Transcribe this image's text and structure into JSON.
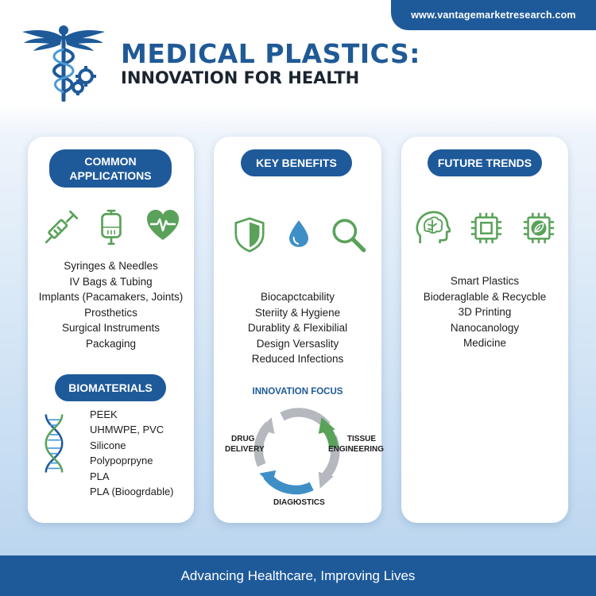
{
  "header": {
    "url": "www.vantagemarketresearch.com",
    "title_line1": "MEDICAL PLASTICS:",
    "title_line2": "INNOVATION FOR HEALTH"
  },
  "colors": {
    "brand_blue": "#1e5a9a",
    "accent_green": "#5aa25a",
    "light_blue": "#4a9ad4",
    "gray": "#b5b9bf"
  },
  "applications": {
    "title": "COMMON APPLICATIONS",
    "icons": [
      "syringe-icon",
      "iv-bag-icon",
      "heartbeat-icon"
    ],
    "items": [
      "Syringes & Needles",
      "IV Bags & Tubing",
      "Implants (Pacamakers, Joints)",
      "Prosthetics",
      "Surgical Instruments",
      "Packaging"
    ]
  },
  "biomaterials": {
    "title": "BIOMATERIALS",
    "items": [
      "PEEK",
      "UHMWPE, PVC",
      "Silicone",
      "Polypoprpyne",
      "PLA",
      "PLA (Bioogrdable)"
    ]
  },
  "benefits": {
    "title": "KEY BENEFITS",
    "icons": [
      "shield-icon",
      "droplet-icon",
      "magnifier-icon"
    ],
    "items": [
      "Biocapctcability",
      "Steriity & Hygiene",
      "Durablity & Flexibilial",
      "Design Versaslity",
      "Reduced Infections"
    ]
  },
  "innovation": {
    "title": "INNOVATION FOCUS",
    "drug_delivery_line1": "DRUG",
    "drug_delivery_line2": "DELIVERY",
    "tissue_line1": "TISSUE",
    "tissue_line2": "ENGINEERING",
    "diagnostics": "DIAGЮSTICS"
  },
  "trends": {
    "title": "FUTURE TRENDS",
    "icons": [
      "brain-head-icon",
      "chip-icon",
      "leaf-chip-icon"
    ],
    "items": [
      "Smart Plastics",
      "Bioderaglable & Recycble",
      "3D Printing",
      "Nanocanology",
      "Medicine"
    ]
  },
  "footer": {
    "tagline": "Advancing Healthcare, Improving Lives"
  }
}
